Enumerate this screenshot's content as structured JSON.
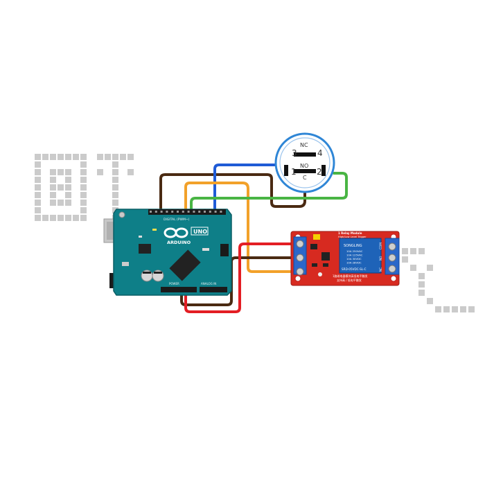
{
  "watermark": {
    "color": "#c9c9c9"
  },
  "arduino": {
    "brand": "ARDUINO",
    "model": "UNO",
    "silk_top": "DIGITAL (PWM~)",
    "silk_power": "POWER",
    "silk_analog": "ANALOG IN",
    "board_color": "#0e7f88"
  },
  "relay": {
    "title_line1": "1 Relay Module",
    "title_line2": "High/Low Level Trigger",
    "relay_brand": "SONGLING",
    "ratings": [
      "10A 250VAC",
      "10A 125VAC",
      "10A 30VDC",
      "10A 28VDC"
    ],
    "relay_model": "SRD-05VDC-SL-C",
    "chinese_line1": "1路继电器模块高低电平触发",
    "chinese_line2": "支持高 / 低电平触发",
    "side_labels": [
      "COM",
      "NO",
      "NC"
    ],
    "board_color": "#d72a20",
    "relay_color": "#1e63b8"
  },
  "switch": {
    "pins": [
      "3",
      "4",
      "1",
      "2"
    ],
    "label_nc": "NC",
    "label_no": "NO",
    "label_c": "C",
    "ring_color": "#2f86d6"
  },
  "wires": {
    "colors": {
      "brown": "#4a2a12",
      "blue": "#1f5bd6",
      "orange": "#f2a12a",
      "green": "#49b544",
      "black": "#111111",
      "red": "#e31e24"
    }
  }
}
